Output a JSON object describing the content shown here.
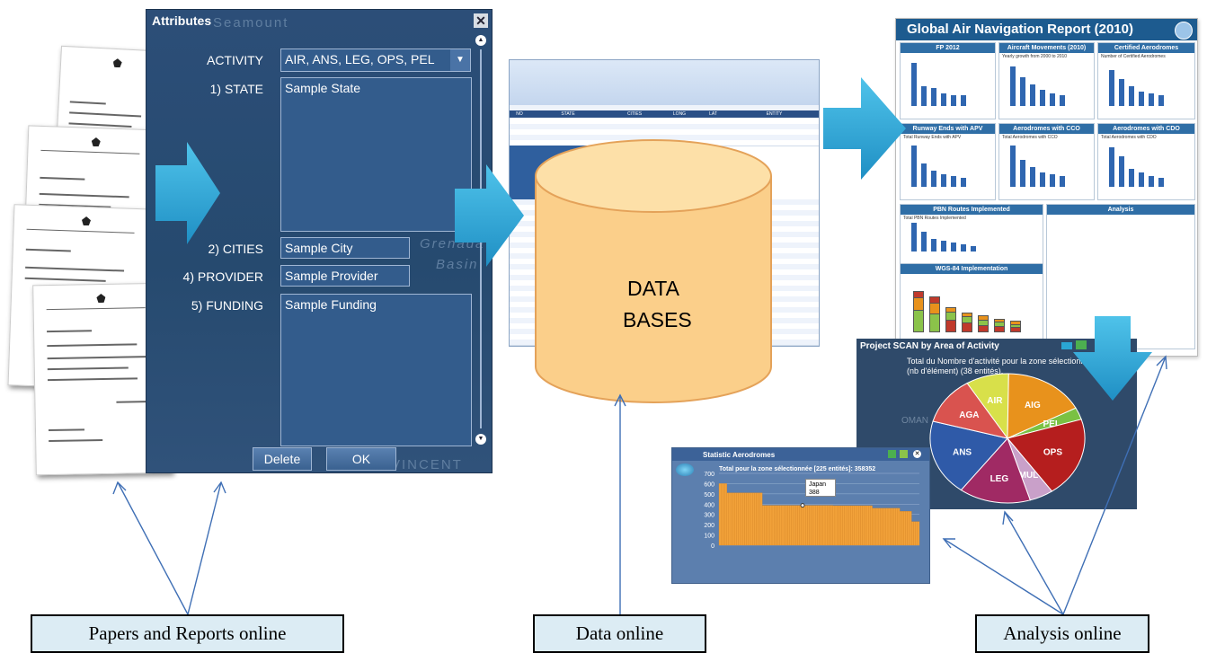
{
  "colors": {
    "flow_arrow": "#2aa6d4",
    "pointer_arrow": "#3f6fb5",
    "cylinder_fill": "#fbcf8a",
    "cylinder_stroke": "#e4a259",
    "label_box": "#dcecf4",
    "report_header": "#1d5b8f",
    "bar_blue": "#2f66b0",
    "stat_bar": "#f2a23a"
  },
  "attributes": {
    "title": "Attributes",
    "watermarks": [
      "Seamount",
      "Grenada",
      "Basin",
      "VINCENT"
    ],
    "activity_label": "ACTIVITY",
    "activity_value": "AIR, ANS, LEG, OPS, PEL",
    "state_label": "1) STATE",
    "state_value": "Sample State",
    "cities_label": "2) CITIES",
    "cities_value": "Sample City",
    "provider_label": "4) PROVIDER",
    "provider_value": "Sample Provider",
    "funding_label": "5) FUNDING",
    "funding_value": "Sample Funding",
    "delete_label": "Delete",
    "ok_label": "OK"
  },
  "database": {
    "line1": "DATA",
    "line2": "BASES"
  },
  "spreadsheet": {
    "columns": [
      "NO",
      "STATE",
      "CITIES",
      "LONG",
      "LAT",
      "ENTITY"
    ]
  },
  "report": {
    "title": "Global Air Navigation Report (2010)",
    "panels": [
      {
        "title": "FP 2012",
        "sub": ""
      },
      {
        "title": "Aircraft Movements (2010)",
        "sub": "Yearly growth from 2000 to 2010"
      },
      {
        "title": "Certified Aerodromes",
        "sub": "Number of Certified Aerodromes"
      },
      {
        "title": "Runway Ends with APV",
        "sub": "Total Runway Ends with APV"
      },
      {
        "title": "Aerodromes with CCO",
        "sub": "Total Aerodromes with CCO"
      },
      {
        "title": "Aerodromes with CDO",
        "sub": "Total Aerodromes with CDO"
      },
      {
        "title": "PBN Routes Implemented",
        "sub": "Total PBN Routes Implemented"
      },
      {
        "title": "Analysis",
        "sub": ""
      },
      {
        "title": "WGS-84 Implementation",
        "sub": ""
      }
    ]
  },
  "pie": {
    "title": "Project SCAN by Area of Activity",
    "subtitle": "Total du Nombre d'activité pour la zone sélectionn... feature)(nb d'élément) (38 entités).",
    "slices": [
      {
        "label": "AIR",
        "value": 9,
        "color": "#d8e04a"
      },
      {
        "label": "AIG",
        "value": 17,
        "color": "#e8921c"
      },
      {
        "label": "PEL",
        "value": 3,
        "color": "#7ac143"
      },
      {
        "label": "OPS",
        "value": 20,
        "color": "#b51e1e"
      },
      {
        "label": "MUL",
        "value": 5,
        "color": "#c9a0c9"
      },
      {
        "label": "LEG",
        "value": 15,
        "color": "#a02a64"
      },
      {
        "label": "ANS",
        "value": 19,
        "color": "#2f5aa8"
      },
      {
        "label": "AGA",
        "value": 12,
        "color": "#d9534f"
      }
    ],
    "map_labels": [
      "OMAN"
    ]
  },
  "stat": {
    "title": "Statistic Aerodromes",
    "subtitle": "Total pour la zone sélectionnée [225 entités]: 358352",
    "tooltip_country": "Japan",
    "tooltip_value": "388",
    "yticks": [
      "700",
      "600",
      "500",
      "400",
      "300",
      "200",
      "100",
      "0"
    ]
  },
  "labels": {
    "papers": "Papers and Reports online",
    "data": "Data online",
    "analysis": "Analysis online"
  }
}
